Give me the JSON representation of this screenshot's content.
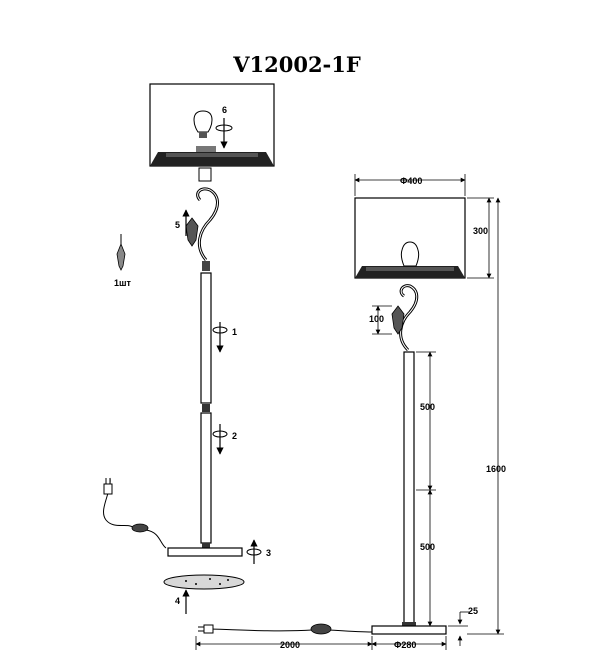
{
  "title": "V12002-1F",
  "assembly_steps": [
    {
      "number": "1"
    },
    {
      "number": "2"
    },
    {
      "number": "3"
    },
    {
      "number": "4"
    },
    {
      "number": "5"
    },
    {
      "number": "6"
    }
  ],
  "accessory_label": "1шт",
  "dimensions": {
    "shade_diameter": "Φ400",
    "shade_height": "300",
    "ornament_height": "100",
    "upper_tube": "500",
    "lower_tube": "500",
    "total_height": "1600",
    "base_thickness": "25",
    "cable_length": "2000",
    "base_diameter": "Φ280"
  }
}
